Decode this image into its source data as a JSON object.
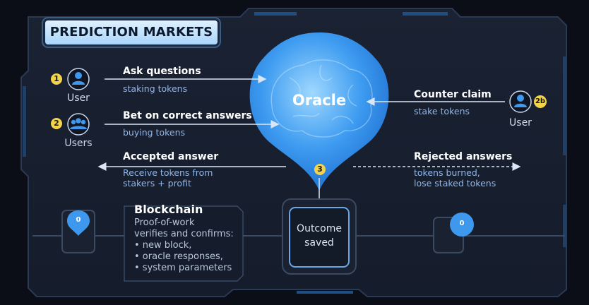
{
  "title": "PREDICTION MARKETS",
  "oracle": "Oracle",
  "steps": {
    "s1": "1",
    "s2": "2",
    "s2b": "2b",
    "s3": "3"
  },
  "actors": {
    "user_left": "User",
    "users_left": "Users",
    "user_right": "User"
  },
  "flows": {
    "ask_title": "Ask questions",
    "ask_sub": "staking tokens",
    "bet_title": "Bet on correct answers",
    "bet_sub": "buying tokens",
    "counter_title": "Counter claim",
    "counter_sub": "stake tokens",
    "accepted_title": "Accepted answer",
    "accepted_sub1": "Receive tokens from",
    "accepted_sub2": "stakers + profit",
    "rejected_title": "Rejected answers",
    "rejected_sub1": "tokens burned,",
    "rejected_sub2": "lose staked tokens"
  },
  "blockchain": {
    "title": "Blockchain",
    "line1": "Proof-of-work",
    "line2": "verifies and confirms:",
    "line3": "• new block,",
    "line4": "• oracle responses,",
    "line5": "• system parameters"
  },
  "outcome": {
    "line1": "Outcome",
    "line2": "saved"
  },
  "nodes": {
    "left_value": "0",
    "right_value": "0"
  },
  "colors": {
    "accent": "#3a8fe6",
    "badge": "#f2d34a",
    "frame": "#1b2436"
  }
}
